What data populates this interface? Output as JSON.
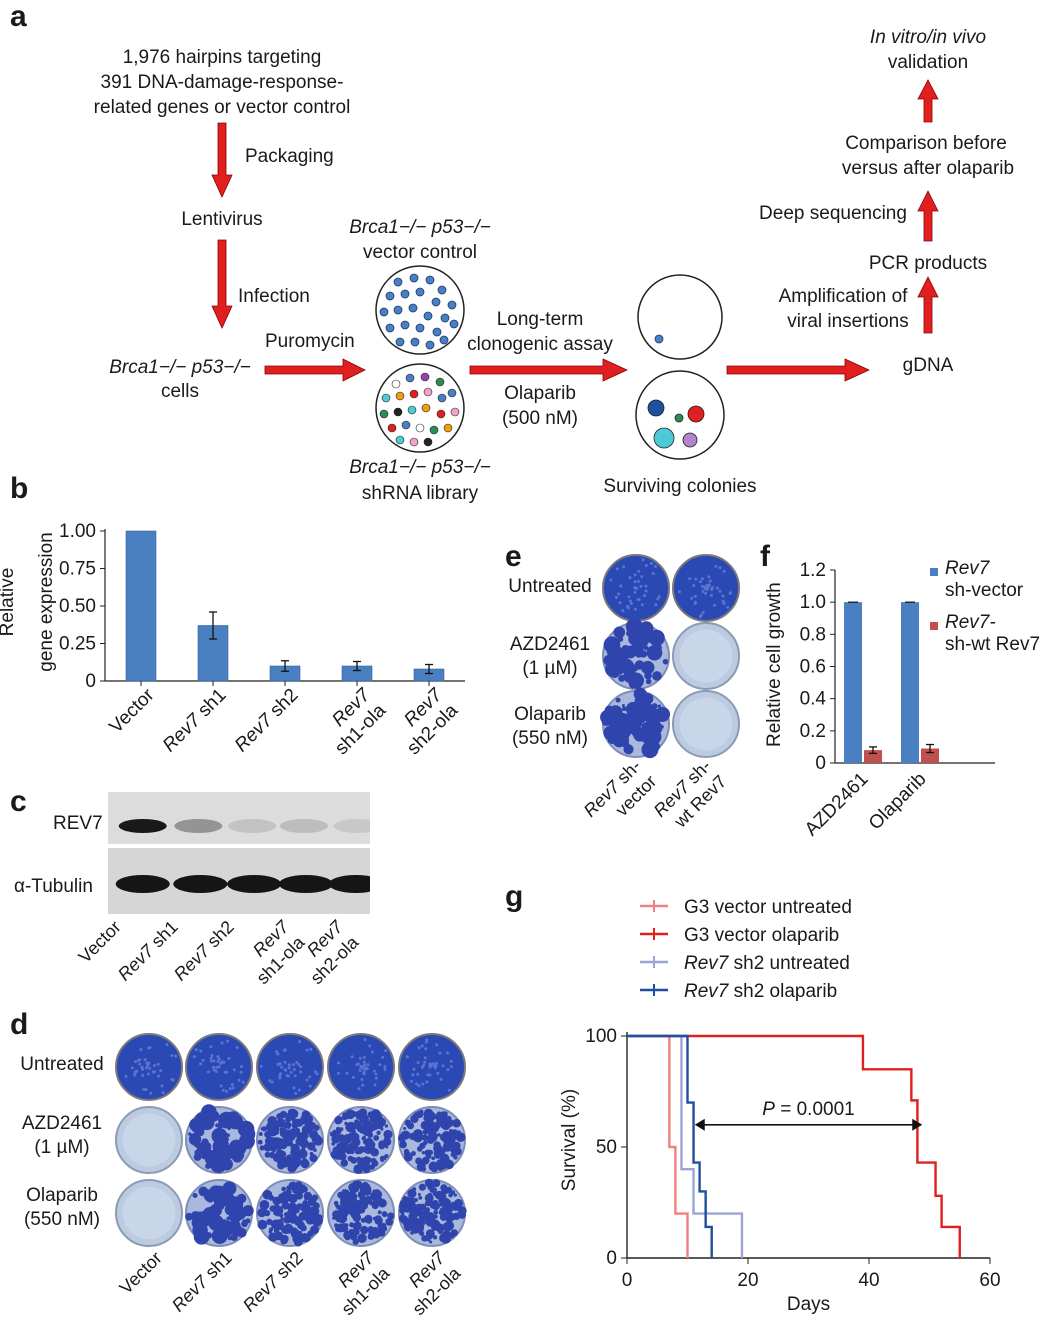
{
  "panel_a": {
    "label": "a",
    "hairpins": [
      "1,976 hairpins targeting",
      "391 DNA-damage-response-",
      "related genes or vector control"
    ],
    "packaging": "Packaging",
    "lentivirus": "Lentivirus",
    "infection": "Infection",
    "cells_line1": "Brca1−/− p53−/−",
    "cells_line2": "cells",
    "puromycin": "Puromycin",
    "vector_control_1": "Brca1−/− p53−/−",
    "vector_control_2": "vector control",
    "shrna_1": "Brca1−/− p53−/−",
    "shrna_2": "shRNA library",
    "longterm_1": "Long-term",
    "longterm_2": "clonogenic assay",
    "olaparib_1": "Olaparib",
    "olaparib_2": "(500 nM)",
    "surviving": "Surviving colonies",
    "gdna": "gDNA",
    "amplification_1": "Amplification of",
    "amplification_2": "viral insertions",
    "pcr": "PCR products",
    "deep": "Deep sequencing",
    "comparison_1": "Comparison before",
    "comparison_2": "versus after olaparib",
    "validation_1": "In vitro/in vivo",
    "validation_2": "validation"
  },
  "panel_b": {
    "label": "b",
    "ylabel_1": "Relative",
    "ylabel_2": "gene expression",
    "chart_data": {
      "type": "bar",
      "categories": [
        "Vector",
        "Rev7 sh1",
        "Rev7 sh2",
        "Rev7 sh1-ola",
        "Rev7 sh2-ola"
      ],
      "values": [
        1.0,
        0.37,
        0.1,
        0.1,
        0.08
      ],
      "errors": [
        0.0,
        0.09,
        0.035,
        0.03,
        0.03
      ],
      "ylim": [
        0,
        1.0
      ],
      "yticks": [
        "0",
        "0.25",
        "0.50",
        "0.75",
        "1.00"
      ],
      "color": "#4a7fc1"
    },
    "xlabels": [
      "Vector",
      "Rev7 sh1",
      "Rev7 sh2",
      "Rev7\nsh1-ola",
      "Rev7\nsh2-ola"
    ]
  },
  "panel_c": {
    "label": "c",
    "rev7": "REV7",
    "tubulin": "α-Tubulin",
    "rev7_band_intensity": [
      0.95,
      0.35,
      0.12,
      0.15,
      0.1
    ],
    "xlabels": [
      "Vector",
      "Rev7 sh1",
      "Rev7 sh2",
      "Rev7\nsh1-ola",
      "Rev7\nsh2-ola"
    ]
  },
  "panel_d": {
    "label": "d",
    "rows": [
      "Untreated",
      "AZD2461\n(1 µM)",
      "Olaparib\n(550 nM)"
    ],
    "xlabels": [
      "Vector",
      "Rev7 sh1",
      "Rev7 sh2",
      "Rev7\nsh1-ola",
      "Rev7\nsh2-ola"
    ]
  },
  "panel_e": {
    "label": "e",
    "rows": [
      "Untreated",
      "AZD2461\n(1 µM)",
      "Olaparib\n(550 nM)"
    ],
    "xlabels": [
      "Rev7 sh-\nvector",
      "Rev7 sh-\nwt Rev7"
    ]
  },
  "panel_f": {
    "label": "f",
    "ylabel": "Relative cell growth",
    "legend": [
      "Rev7\nsh-vector",
      "Rev7-\nsh-wt Rev7"
    ],
    "chart_data": {
      "type": "bar",
      "categories": [
        "AZD2461",
        "Olaparib"
      ],
      "series": [
        {
          "name": "Rev7 sh-vector",
          "values": [
            1.0,
            1.0
          ],
          "errors": [
            0.0,
            0.0
          ],
          "color": "#4a7fc1"
        },
        {
          "name": "Rev7- sh-wt Rev7",
          "values": [
            0.08,
            0.09
          ],
          "errors": [
            0.02,
            0.025
          ],
          "color": "#c0504d"
        }
      ],
      "ylim": [
        0,
        1.2
      ],
      "yticks": [
        "0",
        "0.2",
        "0.4",
        "0.6",
        "0.8",
        "1.0",
        "1.2"
      ]
    }
  },
  "panel_g": {
    "label": "g",
    "ylabel": "Survival (%)",
    "xlabel": "Days",
    "pvalue": "P = 0.0001",
    "legend": [
      "G3 vector untreated",
      "G3 vector olaparib",
      "Rev7 sh2 untreated",
      "Rev7 sh2 olaparib"
    ],
    "chart_data": {
      "type": "line",
      "xlim": [
        0,
        60
      ],
      "ylim": [
        0,
        100
      ],
      "xticks": [
        "0",
        "20",
        "40",
        "60"
      ],
      "yticks": [
        "0",
        "50",
        "100"
      ],
      "series": [
        {
          "name": "G3 vector untreated",
          "color": "#f08080",
          "steps": [
            [
              0,
              100
            ],
            [
              7,
              100
            ],
            [
              7,
              50
            ],
            [
              8,
              50
            ],
            [
              8,
              20
            ],
            [
              10,
              20
            ],
            [
              10,
              0
            ]
          ]
        },
        {
          "name": "G3 vector olaparib",
          "color": "#e02020",
          "steps": [
            [
              0,
              100
            ],
            [
              39,
              100
            ],
            [
              39,
              85
            ],
            [
              47,
              85
            ],
            [
              47,
              71
            ],
            [
              48,
              71
            ],
            [
              48,
              43
            ],
            [
              51,
              43
            ],
            [
              51,
              28
            ],
            [
              52,
              28
            ],
            [
              52,
              14
            ],
            [
              55,
              14
            ],
            [
              55,
              0
            ]
          ]
        },
        {
          "name": "Rev7 sh2 untreated",
          "color": "#9aa5d6",
          "steps": [
            [
              0,
              100
            ],
            [
              9,
              100
            ],
            [
              9,
              40
            ],
            [
              11,
              40
            ],
            [
              11,
              20
            ],
            [
              19,
              20
            ],
            [
              19,
              0
            ]
          ]
        },
        {
          "name": "Rev7 sh2 olaparib",
          "color": "#1f4f9e",
          "steps": [
            [
              0,
              100
            ],
            [
              10,
              100
            ],
            [
              10,
              70
            ],
            [
              11,
              70
            ],
            [
              11,
              43
            ],
            [
              12,
              43
            ],
            [
              12,
              30
            ],
            [
              13,
              30
            ],
            [
              13,
              14
            ],
            [
              14,
              14
            ],
            [
              14,
              0
            ]
          ]
        }
      ]
    }
  }
}
